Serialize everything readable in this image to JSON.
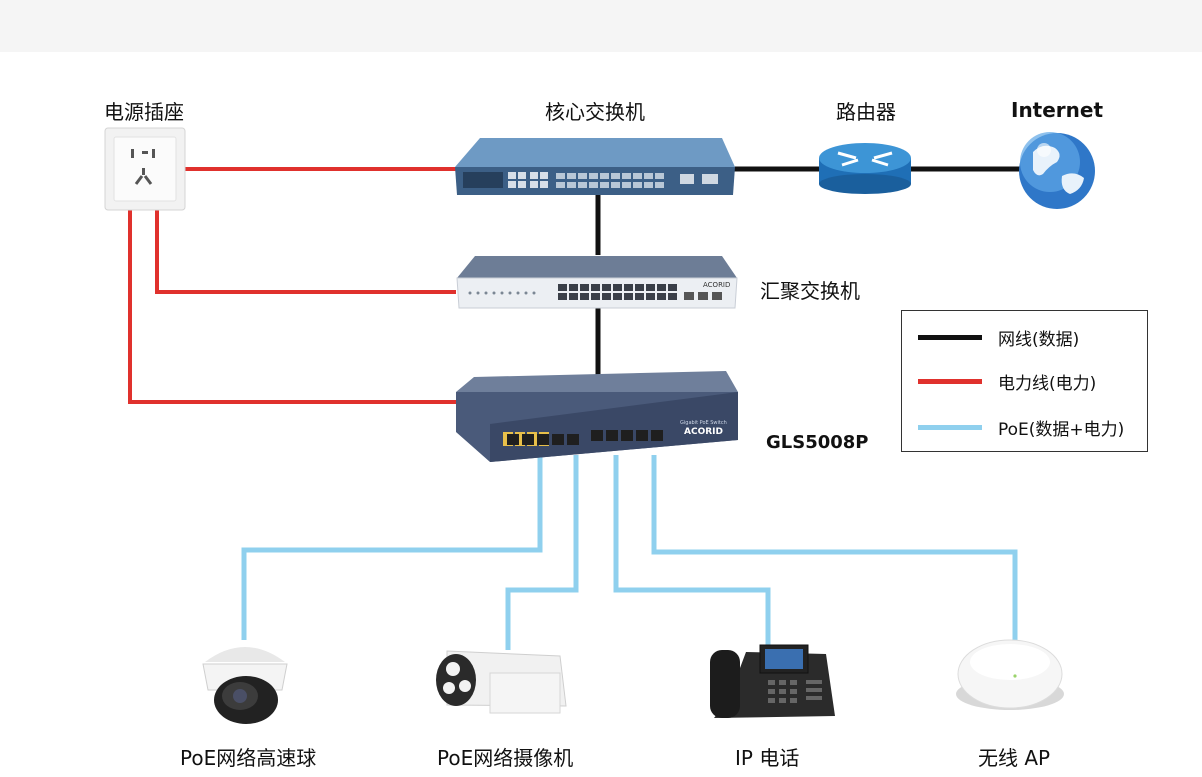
{
  "labels": {
    "power_socket": "电源插座",
    "core_switch": "核心交换机",
    "router": "路由器",
    "internet": "Internet",
    "agg_switch": "汇聚交换机",
    "poe_switch_model": "GLS5008P",
    "poe_dome": "PoE网络高速球",
    "poe_camera": "PoE网络摄像机",
    "ip_phone": "IP 电话",
    "wireless_ap": "无线 AP"
  },
  "legend": {
    "data_line": "网线(数据)",
    "power_line": "电力线(电力)",
    "poe_line": "PoE(数据+电力)"
  },
  "colors": {
    "data": "#111111",
    "power": "#e0312d",
    "poe": "#8fd0ee"
  },
  "brand": {
    "agg": "ACORID",
    "poe": "ACORID",
    "poe_small": "Gigabit PoE Switch"
  }
}
